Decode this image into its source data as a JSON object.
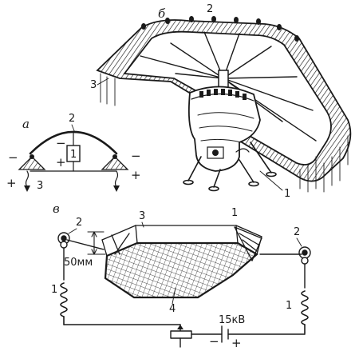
{
  "panels": {
    "a": {
      "letter": "а",
      "callouts": {
        "electrode": "2",
        "generator": "1",
        "ion_flow": "3"
      },
      "polarity": {
        "minus_left": "−",
        "plus_left": "+",
        "minus_right": "−",
        "plus_right": "+",
        "gen_minus": "−",
        "gen_plus": "+"
      }
    },
    "b": {
      "letter": "б",
      "callouts": {
        "electrode_mesh": "2",
        "corona_wires": "3",
        "cabin": "1"
      }
    },
    "c": {
      "letter": "в",
      "callouts": {
        "support_left": "2",
        "support_right": "2",
        "frame": "3",
        "grid": "4",
        "coil_left": "1",
        "coil_right": "1",
        "mast": "1"
      },
      "gap_label": "50мм",
      "voltage_label": "15кВ",
      "supply_minus": "−",
      "supply_plus": "+"
    }
  },
  "colors": {
    "ink": "#1a1a1a",
    "paper": "#ffffff"
  }
}
